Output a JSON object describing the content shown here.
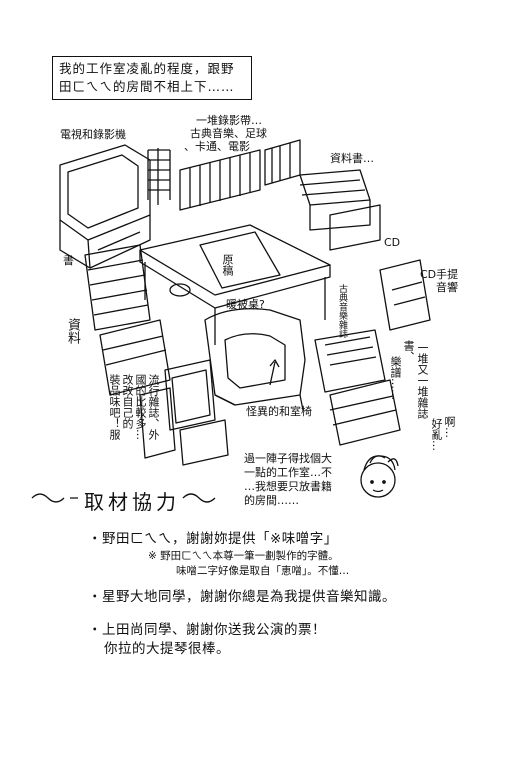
{
  "header_box": {
    "line1": "我的工作室凌亂的程度，跟野",
    "line2": "田ㄈㄟㄟ的房間不相上下……"
  },
  "labels": {
    "tv": "電視和錄影機",
    "tapes1": "一堆錄影帶…",
    "tapes2": "古典音樂、足球",
    "tapes3": "、卡通、電影",
    "materials": "資料書…",
    "cd": "CD",
    "cd_stereo1": "CD手提",
    "cd_stereo2": "音響",
    "books": "書",
    "data": "資料",
    "kotatsu": "暖被桌?",
    "manuscript": "原稿",
    "classical_mag": "古典音樂雜誌",
    "chair": "怪異的和室椅",
    "mags_v1": "書、",
    "mags_v2": "樂譜……",
    "mags_v3": "一堆又一堆雜誌",
    "mess_v1": "好亂…",
    "mess_v2": "啊…",
    "left_v1": "流行雜誌、外",
    "left_v2": "國的比較多…",
    "left_v3": "改改自己的",
    "left_v4": "裝品味吧！服",
    "note1": "過一陣子得找個大",
    "note2": "一點的工作室…不",
    "note3": "…我想要只放書籍",
    "note4": "的房間……"
  },
  "credits": {
    "title": "取材協力",
    "item1": "・野田ㄈㄟㄟ，謝謝妳提供「※味噌字」",
    "item1_note1": "※ 野田ㄈㄟㄟ本尊一筆一劃製作的字體。",
    "item1_note2": "味噌二字好像是取自「恵噌」。不懂…",
    "item2": "・星野大地同學，謝謝你總是為我提供音樂知識。",
    "item3a": "・上田尚同學、謝謝你送我公演的票！",
    "item3b": "你拉的大提琴很棒。"
  }
}
